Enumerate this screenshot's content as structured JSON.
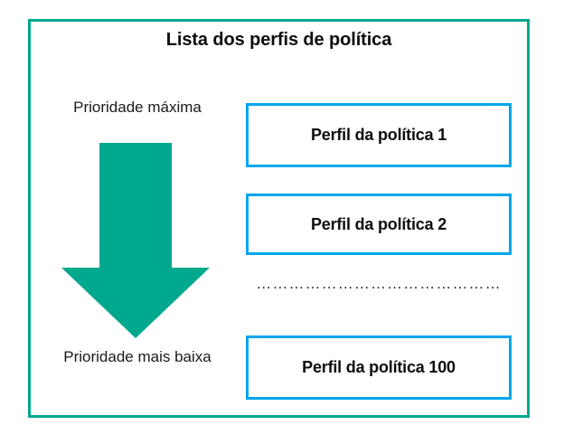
{
  "diagram": {
    "title": "Lista dos perfis de política",
    "frame_color": "#00a88e",
    "box_border_color": "#00a6ec",
    "arrow_color": "#00a88e",
    "text_color": "#0d0d0d"
  },
  "priority": {
    "top_label": "Prioridade máxima",
    "bottom_label": "Prioridade mais baixa",
    "arrow_icon": "arrow-down-icon",
    "arrow_direction": "down"
  },
  "profiles": [
    {
      "label": "Perfil da política 1"
    },
    {
      "label": "Perfil da política 2"
    },
    {
      "label": "Perfil da política 100"
    }
  ],
  "ellipsis": {
    "text": "………………………………………"
  }
}
